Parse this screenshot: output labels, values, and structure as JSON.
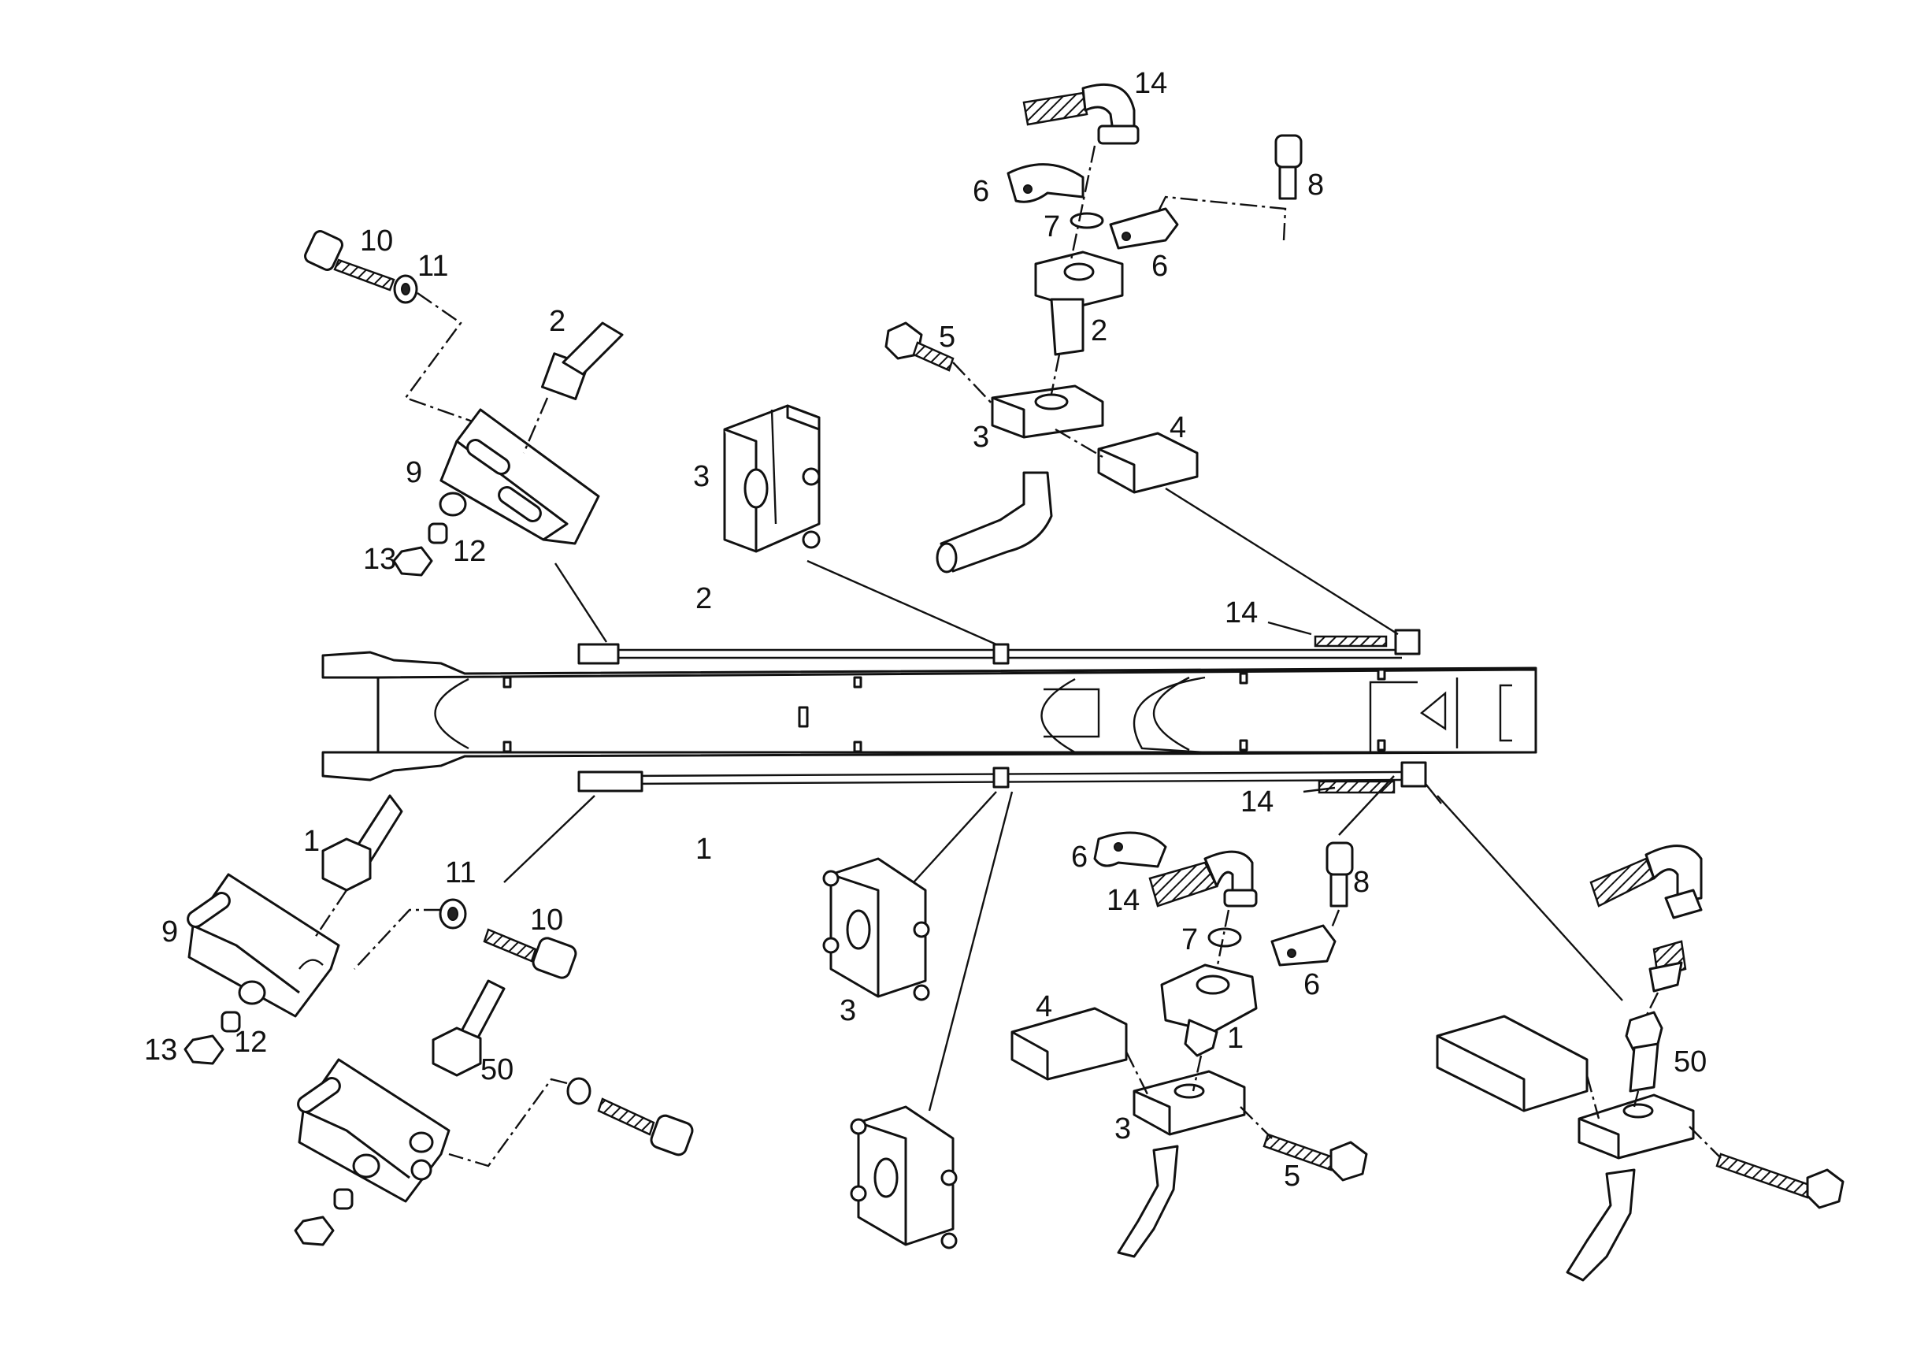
{
  "diagram": {
    "callouts": {
      "c1a": "1",
      "c1b": "1",
      "c1c": "1",
      "c2a": "2",
      "c2b": "2",
      "c2c": "2",
      "c3a": "3",
      "c3b": "3",
      "c3c": "3",
      "c3d": "3",
      "c4a": "4",
      "c4b": "4",
      "c5a": "5",
      "c5b": "5",
      "c6a": "6",
      "c6b": "6",
      "c6c": "6",
      "c6d": "6",
      "c7a": "7",
      "c7b": "7",
      "c8a": "8",
      "c8b": "8",
      "c9a": "9",
      "c9b": "9",
      "c10a": "10",
      "c10b": "10",
      "c11a": "11",
      "c11b": "11",
      "c12a": "12",
      "c12b": "12",
      "c13a": "13",
      "c13b": "13",
      "c14a": "14",
      "c14b": "14",
      "c14c": "14",
      "c14d": "14",
      "c50a": "50",
      "c50b": "50"
    }
  }
}
